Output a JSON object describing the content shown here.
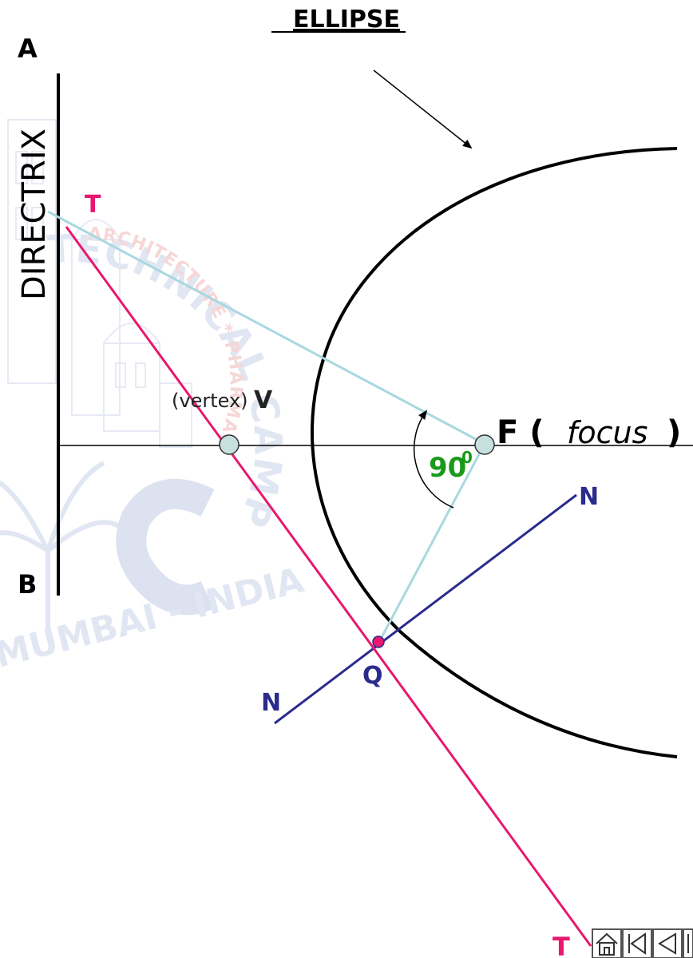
{
  "title": "ELLIPSE",
  "directrix_label": "DIRECTRIX",
  "labels": {
    "a": "A",
    "b": "B",
    "t_top": "T",
    "t_bottom": "T",
    "vertex_paren": "(vertex)",
    "vertex_v": "V",
    "focus_f": "F (",
    "focus_word": "focus",
    "focus_close": ")",
    "angle": "90",
    "angle_sup": "0",
    "n_top": "N",
    "n_bottom": "N",
    "q": "Q"
  },
  "colors": {
    "curve": "#000000",
    "tangent": "#e8186e",
    "normal": "#2b2b8e",
    "focal_lines": "#a9d8df",
    "angle_text": "#1a9a1a",
    "watermark": "#c9d2ea"
  },
  "watermark": {
    "arc_text": "TECHNICAL CAMPUS, NEW PANVEL",
    "inner_text": "ARCHITECTURE * PHARMACY *",
    "bottom_text": "MUMBAI - INDIA"
  },
  "nav": {
    "home_icon": "home-icon",
    "first_icon": "first-icon",
    "prev_icon": "prev-icon",
    "next_icon": "next-icon"
  }
}
